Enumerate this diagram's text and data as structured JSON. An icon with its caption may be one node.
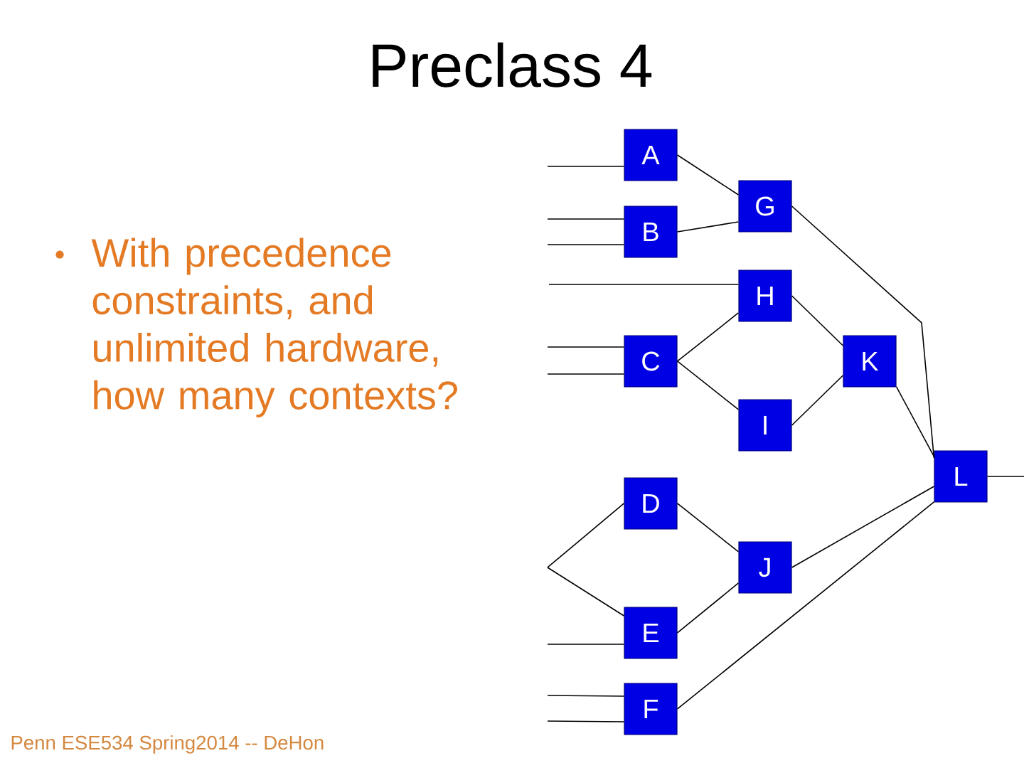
{
  "diagram": {
    "title": "Preclass 4",
    "nodes": [
      {
        "text": [
          "A"
        ]
      },
      {
        "text": [
          "G"
        ]
      },
      {
        "text": [
          "B"
        ]
      },
      {
        "text": [
          "H"
        ]
      },
      {
        "text": [
          "C"
        ]
      },
      {
        "text": [
          "K"
        ]
      },
      {
        "text": [
          "I"
        ]
      },
      {
        "text": [
          "L"
        ]
      },
      {
        "text": [
          "D"
        ]
      },
      {
        "text": [
          "J"
        ]
      },
      {
        "text": [
          "E"
        ]
      },
      {
        "text": [
          "F"
        ]
      }
    ],
    "edges": [
      {
        "from": null,
        "to": 0,
        "arrow": "none"
      },
      {
        "from": null,
        "to": 2,
        "arrow": "none"
      },
      {
        "from": null,
        "to": 2,
        "arrow": "none"
      },
      {
        "from": null,
        "to": 3,
        "arrow": "none"
      },
      {
        "from": null,
        "to": 4,
        "arrow": "none"
      },
      {
        "from": null,
        "to": 4,
        "arrow": "none"
      },
      {
        "from": null,
        "to": 8,
        "arrow": "none"
      },
      {
        "from": null,
        "to": 10,
        "arrow": "none"
      },
      {
        "from": null,
        "to": 10,
        "arrow": "none"
      },
      {
        "from": null,
        "to": 11,
        "arrow": "none"
      },
      {
        "from": null,
        "to": 11,
        "arrow": "none"
      },
      {
        "from": 0,
        "to": 1,
        "arrow": "none"
      },
      {
        "from": 2,
        "to": 1,
        "arrow": "none"
      },
      {
        "from": 4,
        "to": 3,
        "arrow": "none"
      },
      {
        "from": 4,
        "to": 6,
        "arrow": "none"
      },
      {
        "from": 1,
        "to": 7,
        "arrow": "none"
      },
      {
        "from": 3,
        "to": 5,
        "arrow": "none"
      },
      {
        "from": 6,
        "to": 5,
        "arrow": "none"
      },
      {
        "from": 5,
        "to": 7,
        "arrow": "none"
      },
      {
        "from": 8,
        "to": 9,
        "arrow": "none"
      },
      {
        "from": 10,
        "to": 9,
        "arrow": "none"
      },
      {
        "from": 9,
        "to": 7,
        "arrow": "none"
      },
      {
        "from": 11,
        "to": 7,
        "arrow": "none"
      },
      {
        "from": 7,
        "to": null,
        "arrow": "none"
      }
    ],
    "labels": [
      "With precedence constraints, and unlimited hardware, how many contexts?",
      "Penn ESE534 Spring2014 -- DeHon"
    ]
  }
}
